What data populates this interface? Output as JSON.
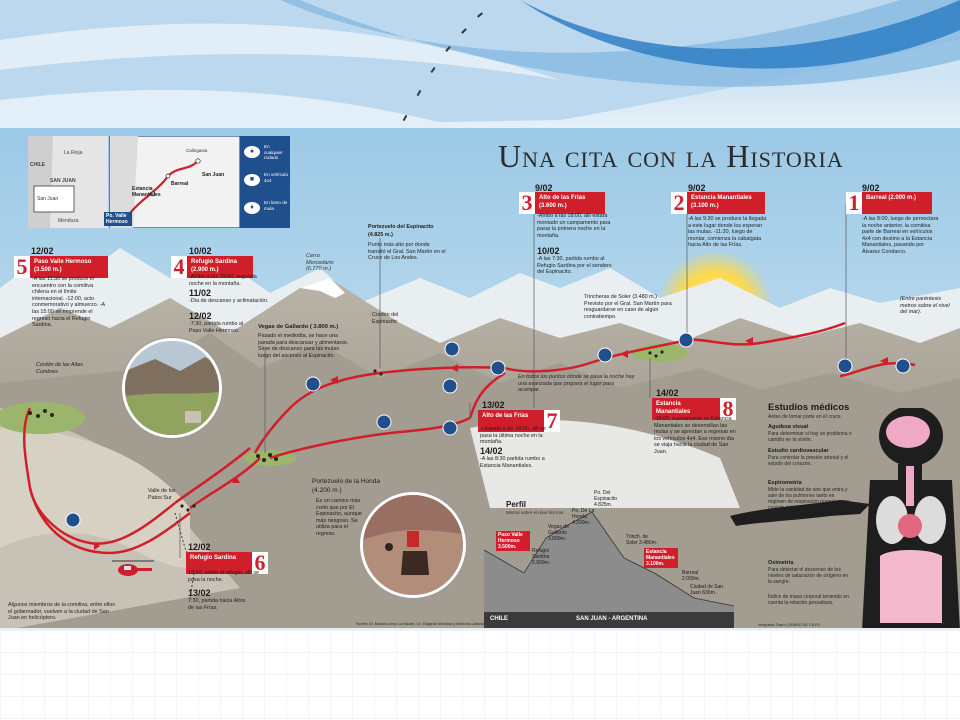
{
  "infographic": {
    "title": "Una cita con la Historia",
    "map": {
      "countries": [
        "CHILE",
        "SAN JUAN"
      ],
      "places": [
        "La Rioja",
        "San Juan",
        "Mendoza",
        "Calingasta",
        "Estancia Manantiales",
        "Barreal",
        "San Juan",
        "Po. Valle Hermoso"
      ],
      "legend": [
        {
          "icon": "car-icon",
          "label": "En cualquier rodado"
        },
        {
          "icon": "truck-icon",
          "label": "En vehículo 4x4"
        },
        {
          "icon": "mule-icon",
          "label": "En lomo de mula"
        }
      ]
    },
    "steps": [
      {
        "num": "1",
        "date": "9/02",
        "label": "Barreal (2.000 m.)",
        "text": "-A las 8:00, luego de pernoctara la noche anterior, la comitiva parte de Barreal en vehículos 4x4 con destino a la Estancia Manantiales, pasando por Álvarez Condarco."
      },
      {
        "num": "2",
        "date": "9/02",
        "label": "Estancia Manantiales (3.100 m.)",
        "text": "-A las 9:30 se produce la llegada a este lugar donde los esperan las mulas. -11:30, luego de montar, comienza la cabalgata hacia Alto de las Frías."
      },
      {
        "num": "3",
        "date": "9/02",
        "label": "Alto de las Frías (3.600 m.)",
        "text": "-Arribo a las 18:00, allí estará montado un campamento para pasar la primera noche en la montaña."
      },
      {
        "num": "4",
        "date": "10/02",
        "label": "Refugio Sardina (2.900 m.)",
        "text": "-Arribo a las 19:00, segunda noche en la montaña."
      },
      {
        "num": "5",
        "date": "12/02",
        "label": "Paso Valle Hermoso (3.500 m.)",
        "text": "-A las 11:30 se produce el encuentro con la comitiva chilena en el límite internacional. -12:00, acto conmemorativo y almuerzo. -A las 15:00 se emprende el regreso hacia el Refugio Sardina."
      },
      {
        "num": "6",
        "date": "12/02",
        "label": "Refugio Sardina",
        "text": "19:00, arribo al refugio, allí se pasa la noche."
      },
      {
        "num": "7",
        "date": "13/02",
        "label": "Alto de las Frías",
        "text": "-Llegada a las 18:00, allí se pasa la última noche en la montaña."
      },
      {
        "num": "8",
        "date": "14/02",
        "label": "Estancia Manantiales",
        "text": "-15:00, nuevamente en Estancia Manantiales se desensillan las mulas y se aprestan a regresar en los vehículos 4x4. Ese mismo día se viaja hacia la ciudad de San Juan."
      }
    ],
    "extra_dates": [
      {
        "date": "10/02",
        "text": "-A las 7:30, partida rumbo al Refugio Sardina por el sendero del Espinacito."
      },
      {
        "date": "11/02",
        "text": "-Día de descanso y aclimatación."
      },
      {
        "date": "12/02",
        "text": "-7:30, partida rumbo al Paso Valle Hermoso."
      },
      {
        "date": "14/02",
        "text": "-A las 8:30 partida rumbo a Estancia Manantiales."
      },
      {
        "date": "13/02",
        "text": "7:30, partida hacia Altos de las Frías."
      }
    ],
    "notes": {
      "espinacito_title": "Portezuelo del Espinacito",
      "espinacito_alt": "(4.825 m.)",
      "espinacito_text": "Punto más alto por donde transitó el Gral. San Martín en el Cruce de Los Andes.",
      "mercedario": "Cerro Mercedario (6.770 m.)",
      "trincheras": "Trincheras de Soler (3.480 m.) Previsto por el Gral. San Martín para resguardarse en caso de algún contratiempo.",
      "gallardo_title": "Vegas de Gallardo ( 3.800 m.)",
      "gallardo_text": "Pasado el mediodía, se hace una parada para descansar y alimentarse. Sirve de descanso para las mulas luego del ascenso al Espinacito.",
      "cordon_espinacito": "Cordón del Espinacito",
      "cordon_cumbres": "Cordón de las Altas Cumbres",
      "patos": "Valle de los Patos Sur",
      "parentesis": "(Entre paréntesis metros sobre el nivel del mar).",
      "carpa": "En todos los puntos dónde se pasa la noche hay una avanzada que prepara el lugar para acampar.",
      "honda_title": "Portezuelo de la Honda",
      "honda_alt": "(4.200 m.)",
      "honda_text": "Es un camino más corto que por El Espinacito, aunque más riesgoso. Se utiliza para el regreso.",
      "helicoptero": "Algunos miembros de la comitiva, entre ellos el gobernador, vuelven a la ciudad de San Juan en helicóptero.",
      "fuente": "Fuente: Dr. Marcelo Lima, La Nación, Lic. Edgardo Mendoza y Medicina Laboral.",
      "credito": "Infografía: Darío | DIARIO DE CUYO"
    },
    "medical": {
      "title": "Estudios médicos",
      "intro": "Antes de tomar parte en el cruce.",
      "items": [
        {
          "head": "Agudeza visual",
          "text": "Para determinar si hay un problema o cambio en la visión."
        },
        {
          "head": "Estudio cardiovascular",
          "text": "Para controlar la presión arterial y el estado del corazón."
        },
        {
          "head": "Espirometría",
          "text": "Mide la cantidad de aire que entra y sale de los pulmones tanto en régimen de respiración normal como cuando ésta es forzada."
        },
        {
          "head": "Oximetría",
          "text": "Para detectar el descenso de los niveles de saturación de oxígeno en la sangre."
        },
        {
          "head": "",
          "text": "Índice de masa corporal teniendo en cuenta la relación pesoaltura."
        }
      ]
    },
    "profile": {
      "title": "Perfil",
      "subtitle": "Metros sobre el nivel del mar.",
      "points": [
        {
          "name": "Paso Valle Hermoso 3.500m.",
          "red": true
        },
        {
          "name": "Refugio Sardina 2.900m.",
          "red": false
        },
        {
          "name": "Vegas de Gallardo 3.800m.",
          "red": false
        },
        {
          "name": "Po. De La Honda 4.200m.",
          "red": false
        },
        {
          "name": "Po. Del Espinacito 4.825m.",
          "red": false
        },
        {
          "name": "Trinch. de Soler 3.480m.",
          "red": false
        },
        {
          "name": "Estancia Manantiales 3.100m.",
          "red": true
        },
        {
          "name": "Barreal 2.000m.",
          "red": false
        },
        {
          "name": "Ciudad de San Juan 630m.",
          "red": false
        }
      ],
      "left_label": "CHILE",
      "right_label": "SAN JUAN - ARGENTINA"
    }
  }
}
